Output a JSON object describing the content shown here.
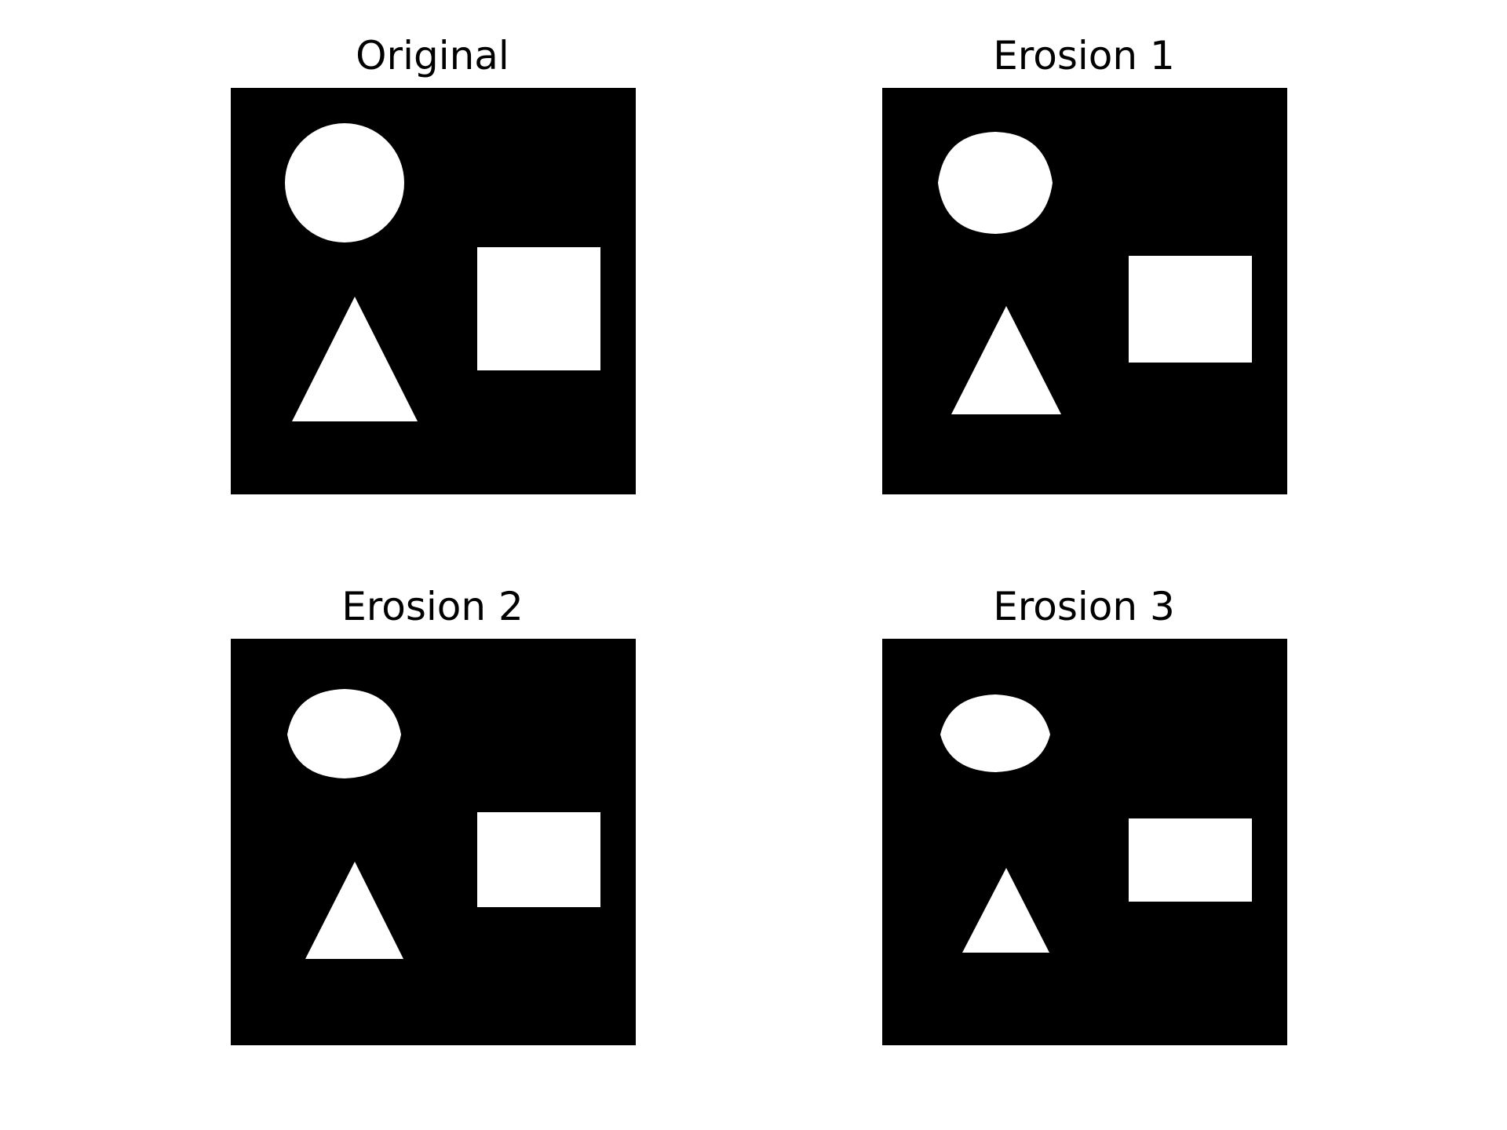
{
  "figure": {
    "background_color": "#ffffff",
    "image_background_color": "#000000",
    "shape_color": "#ffffff",
    "panels": [
      {
        "title": "Original"
      },
      {
        "title": "Erosion 1"
      },
      {
        "title": "Erosion 2"
      },
      {
        "title": "Erosion 3"
      }
    ]
  }
}
